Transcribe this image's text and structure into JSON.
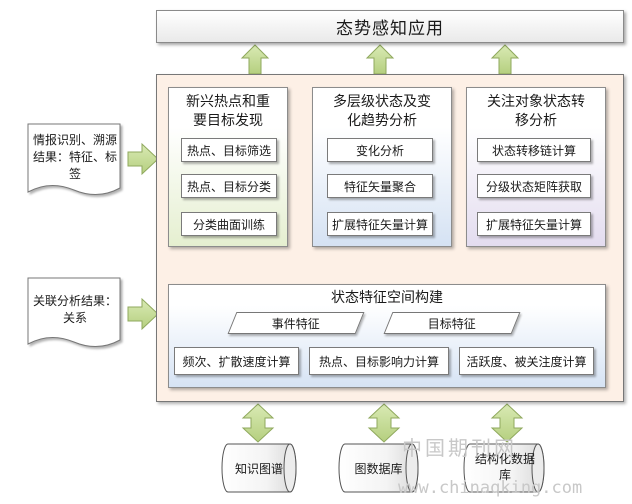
{
  "top_title": "态势感知应用",
  "left_inputs": [
    "情报识别、溯源结果：特征、标签",
    "关联分析结果：关系"
  ],
  "columns": [
    {
      "title": "新兴热点和重要目标发现",
      "items": [
        "热点、目标筛选",
        "热点、目标分类",
        "分类曲面训练"
      ]
    },
    {
      "title": "多层级状态及变化趋势分析",
      "items": [
        "变化分析",
        "特征矢量聚合",
        "扩展特征矢量计算"
      ]
    },
    {
      "title": "关注对象状态转移分析",
      "items": [
        "状态转移链计算",
        "分级状态矩阵获取",
        "扩展特征矢量计算"
      ]
    }
  ],
  "state_space": {
    "title": "状态特征空间构建",
    "features": [
      "事件特征",
      "目标特征"
    ],
    "computations": [
      "频次、扩散速度计算",
      "热点、目标影响力计算",
      "活跃度、被关注度计算"
    ]
  },
  "databases": [
    "知识图谱",
    "图数据库",
    "结构化数据库"
  ],
  "watermark": {
    "cn": "中国期刊网",
    "url": "www.chinaqking.com"
  },
  "colors": {
    "arrow_fill": "#c9df9a",
    "arrow_stroke": "#8fa85d",
    "outer_bg": "#fdf0e6"
  }
}
